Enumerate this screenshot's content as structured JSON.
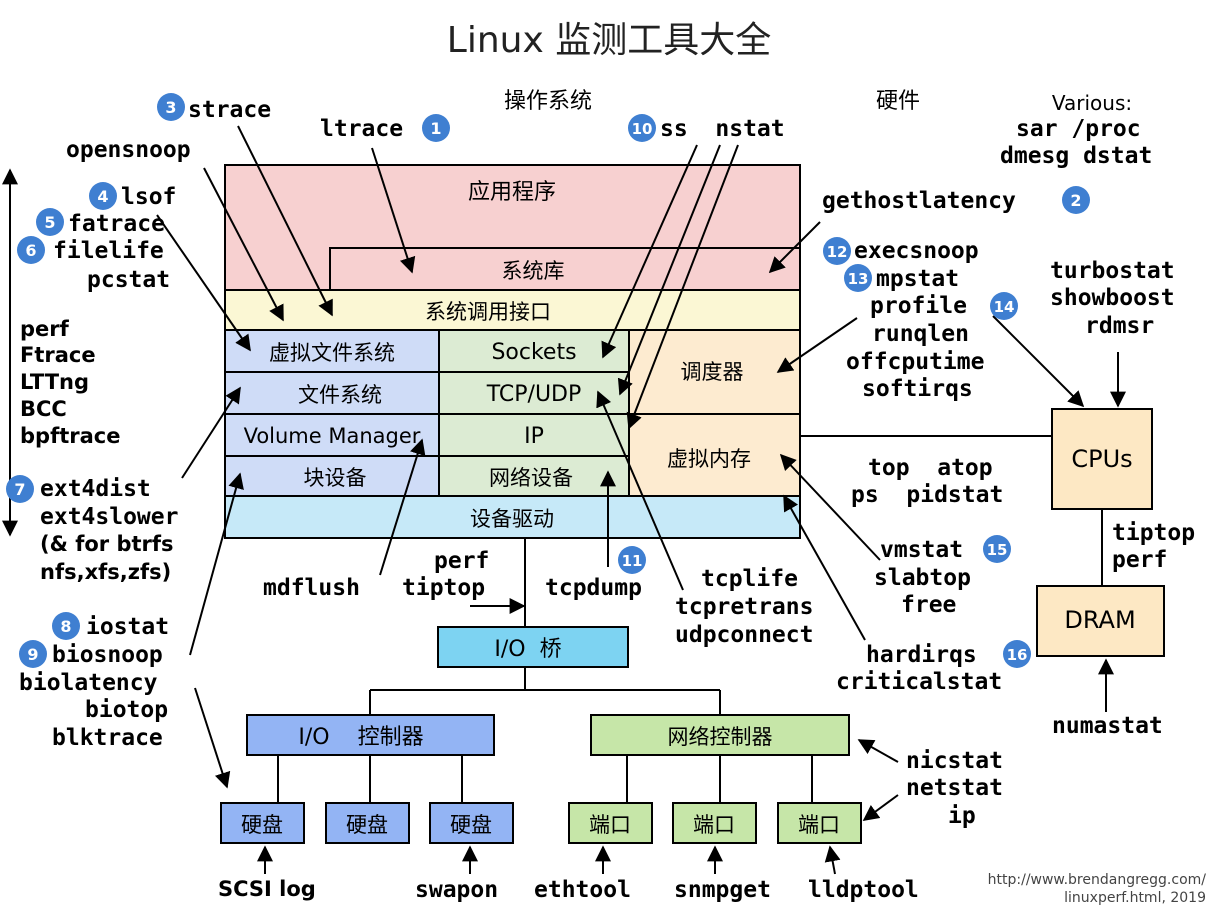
{
  "title": "Linux 监测工具大全",
  "headers": {
    "os": "操作系统",
    "hardware": "硬件",
    "various": "Various:"
  },
  "layers": {
    "app": "应用程序",
    "syslib": "系统库",
    "syscall": "系统调用接口",
    "vfs": "虚拟文件系统",
    "fs": "文件系统",
    "volume": "Volume Manager",
    "block": "块设备",
    "sockets": "Sockets",
    "tcpudp": "TCP/UDP",
    "ip": "IP",
    "netdev": "网络设备",
    "scheduler": "调度器",
    "vmem": "虚拟内存",
    "driver": "设备驱动"
  },
  "hw": {
    "iobridge": "I/O  桥",
    "ioctrl": "I/O    控制器",
    "netctrl": "网络控制器",
    "disk": "硬盘",
    "port": "端口",
    "cpus": "CPUs",
    "dram": "DRAM"
  },
  "badges": [
    "1",
    "2",
    "3",
    "4",
    "5",
    "6",
    "7",
    "8",
    "9",
    "10",
    "11",
    "12",
    "13",
    "14",
    "15",
    "16"
  ],
  "tools": {
    "strace": "strace",
    "ltrace": "ltrace",
    "ss_nstat": "ss  nstat",
    "sar_proc": "sar /proc",
    "dmesg_dstat": "dmesg dstat",
    "opensnoop": "opensnoop",
    "gethostlatency": "gethostlatency",
    "lsof": "lsof",
    "fatrace": "fatrace",
    "filelife": "filelife",
    "pcstat": "pcstat",
    "execsnoop": "execsnoop",
    "mpstat": "mpstat",
    "profile": "profile",
    "runqlen": "runqlen",
    "offcputime": "offcputime",
    "softirqs": "softirqs",
    "turbostat": "turbostat",
    "showboost": "showboost",
    "rdmsr": "rdmsr",
    "perf": "perf",
    "ftrace": "Ftrace",
    "lttng": "LTTng",
    "bcc": "BCC",
    "bpftrace": "bpftrace",
    "top_atop": "top  atop",
    "ps_pidstat": "ps  pidstat",
    "ext4dist": "ext4dist",
    "ext4slower": "ext4slower",
    "forbtrfs": "(& for btrfs",
    "nfsxfszfs": "nfs,xfs,zfs)",
    "vmstat": "vmstat",
    "slabtop": "slabtop",
    "free": "free",
    "tiptop_r": "tiptop",
    "perf_r": "perf",
    "perf_m": "perf",
    "tiptop_m": "tiptop",
    "mdflush": "mdflush",
    "tcpdump": "tcpdump",
    "tcplife": "tcplife",
    "tcpretrans": "tcpretrans",
    "udpconnect": "udpconnect",
    "iostat": "iostat",
    "biosnoop": "biosnoop",
    "biolatency": "biolatency",
    "biotop": "biotop",
    "blktrace": "blktrace",
    "hardirqs": "hardirqs",
    "criticalstat": "criticalstat",
    "numastat": "numastat",
    "nicstat": "nicstat",
    "netstat": "netstat",
    "ip": "ip",
    "scsilog": "SCSI log",
    "swapon": "swapon",
    "ethtool": "ethtool",
    "snmpget": "snmpget",
    "lldptool": "lldptool"
  },
  "footer": {
    "url": "http://www.brendangregg.com/",
    "page": "linuxperf.html, 2019"
  },
  "colors": {
    "badge": "#3f7fd1",
    "app": "#f7d0d0",
    "syscall": "#fbf7d4",
    "fsblue": "#cfdcf7",
    "net": "#dcebd3",
    "sched": "#fdebd0",
    "driver": "#c6e9f8",
    "iobridge": "#7dd3f2",
    "ioctrl": "#93b4f4",
    "netctrl": "#c6e6a8",
    "cpu": "#fde8c4"
  }
}
